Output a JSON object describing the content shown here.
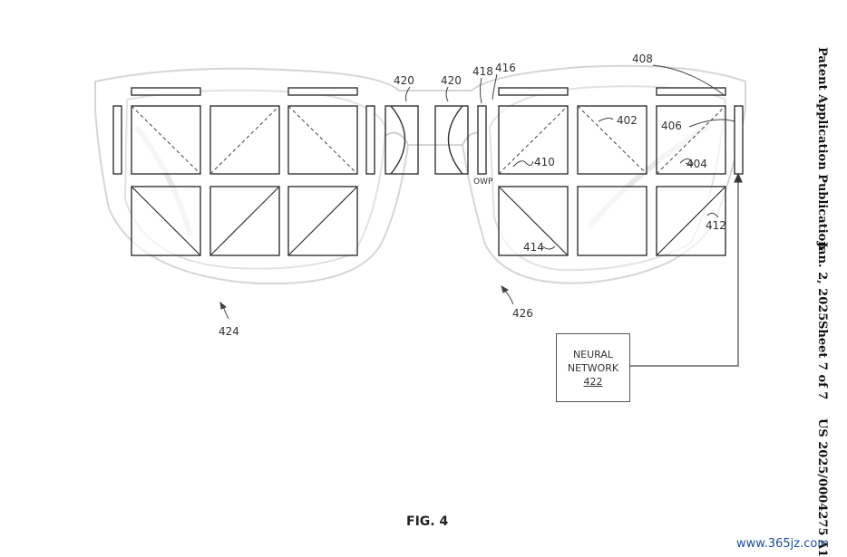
{
  "header": {
    "publication": "Patent Application Publication",
    "date": "Jan. 2, 2025",
    "sheet": "Sheet 7 of 7",
    "number": "US 2025/0004275 A1"
  },
  "labels": {
    "l402": "402",
    "l404": "404",
    "l406": "406",
    "l408": "408",
    "l410": "410",
    "l412": "412",
    "l414": "414",
    "l416": "416",
    "l418": "418",
    "l420a": "420",
    "l420b": "420",
    "l424": "424",
    "l426": "426",
    "owp": "OWP"
  },
  "neural_network": {
    "line1": "NEURAL",
    "line2": "NETWORK",
    "ref": "422"
  },
  "caption": "FIG. 4",
  "watermark": "www.365jz.com"
}
